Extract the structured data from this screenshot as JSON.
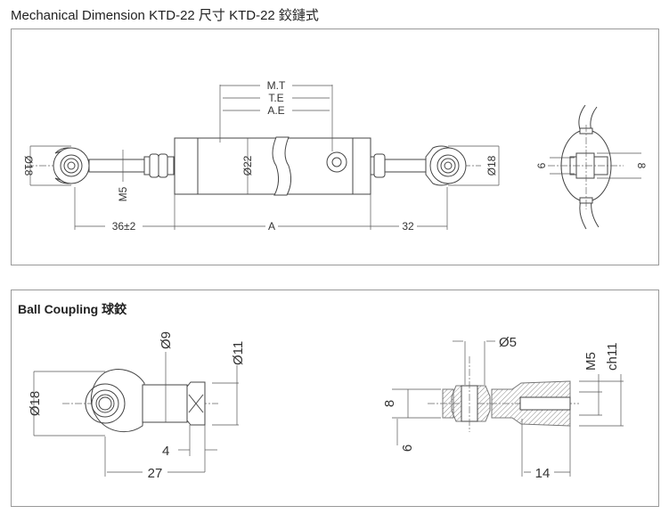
{
  "title": "Mechanical Dimension KTD-22  尺寸 KTD-22  鉸鏈式",
  "main_view": {
    "mt": "M.T",
    "te": "T.E",
    "ae": "A.E",
    "dia_left": "Ø18",
    "dia_right": "Ø18",
    "dia_body": "Ø22",
    "thread": "M5",
    "left_len": "36±2",
    "body_len": "A",
    "right_len": "32",
    "side_6": "6",
    "side_8": "8"
  },
  "ball_coupling": {
    "title": "Ball Coupling 球鉸",
    "dia18": "Ø18",
    "dia9": "Ø9",
    "dia11": "Ø11",
    "dim4": "4",
    "dim27": "27",
    "dia5": "Ø5",
    "m5": "M5",
    "ch11": "ch11",
    "dim8": "8",
    "dim6": "6",
    "dim14": "14"
  }
}
